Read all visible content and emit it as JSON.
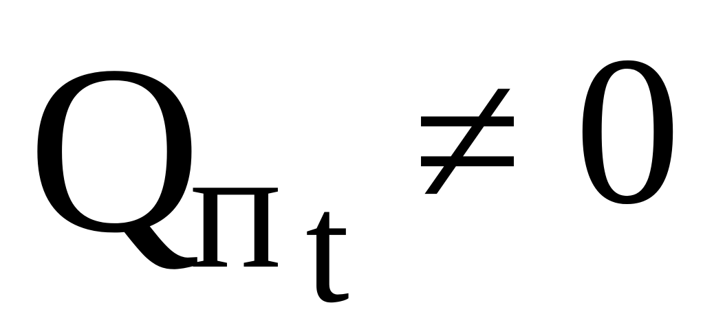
{
  "formula": {
    "main_symbol": "Q",
    "subscript": "п",
    "sub_subscript": "t",
    "operator": "≠",
    "right_hand_side": "0"
  },
  "colors": {
    "background": "#ffffff",
    "text": "#000000"
  }
}
